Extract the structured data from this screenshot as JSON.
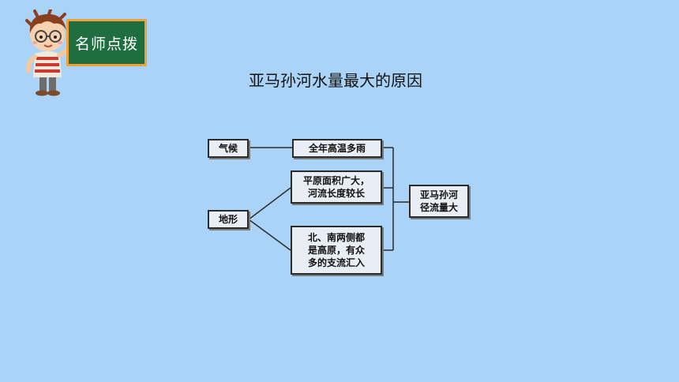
{
  "badge": {
    "label": "名师点拨"
  },
  "title": "亚马孙河水量最大的原因",
  "nodes": {
    "climate": "气候",
    "landform": "地形",
    "high_temp_rain": "全年高温多雨",
    "plain": "平原面积广大，\n河流长度较长",
    "highlands": "北、南两侧都\n是高原，有众\n多的支流汇入",
    "result": "亚马孙河\n径流量大"
  },
  "colors": {
    "background": "#aad4f7",
    "badge_board": "#1f6e3f",
    "badge_frame": "#f1a03a"
  }
}
